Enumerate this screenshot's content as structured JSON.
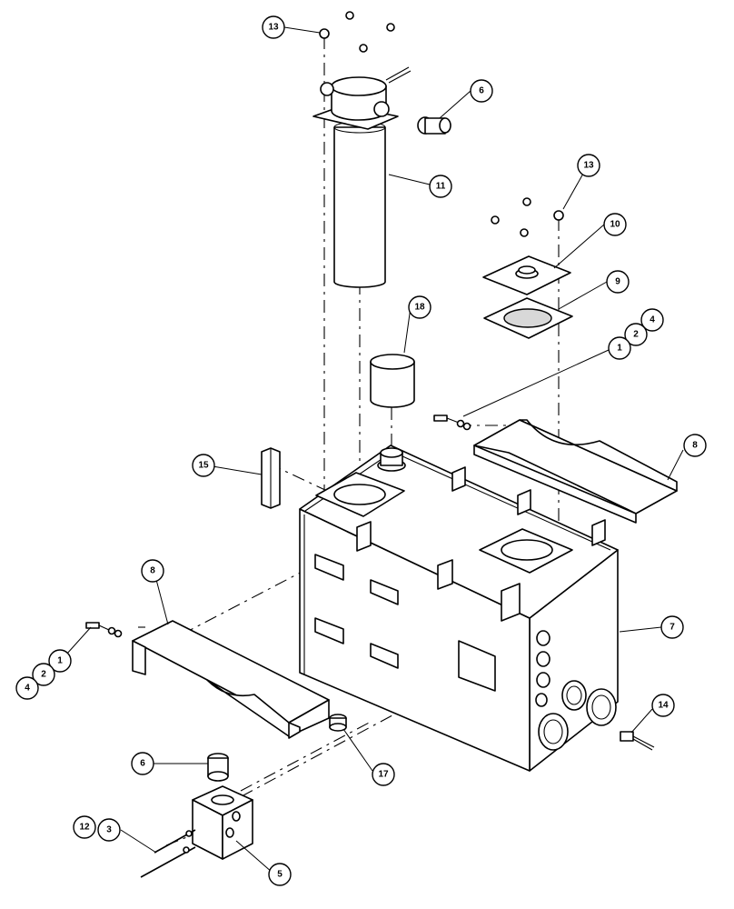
{
  "callouts": [
    {
      "id": "c13a",
      "label": "13"
    },
    {
      "id": "c6a",
      "label": "6"
    },
    {
      "id": "c11",
      "label": "11"
    },
    {
      "id": "c13b",
      "label": "13"
    },
    {
      "id": "c10",
      "label": "10"
    },
    {
      "id": "c9",
      "label": "9"
    },
    {
      "id": "c18",
      "label": "18"
    },
    {
      "id": "c4a",
      "label": "4"
    },
    {
      "id": "c2a",
      "label": "2"
    },
    {
      "id": "c1a",
      "label": "1"
    },
    {
      "id": "c8a",
      "label": "8"
    },
    {
      "id": "c15",
      "label": "15"
    },
    {
      "id": "c8b",
      "label": "8"
    },
    {
      "id": "c7",
      "label": "7"
    },
    {
      "id": "c1b",
      "label": "1"
    },
    {
      "id": "c2b",
      "label": "2"
    },
    {
      "id": "c4b",
      "label": "4"
    },
    {
      "id": "c14",
      "label": "14"
    },
    {
      "id": "c6b",
      "label": "6"
    },
    {
      "id": "c17",
      "label": "17"
    },
    {
      "id": "c12",
      "label": "12"
    },
    {
      "id": "c3",
      "label": "3"
    },
    {
      "id": "c5",
      "label": "5"
    }
  ]
}
